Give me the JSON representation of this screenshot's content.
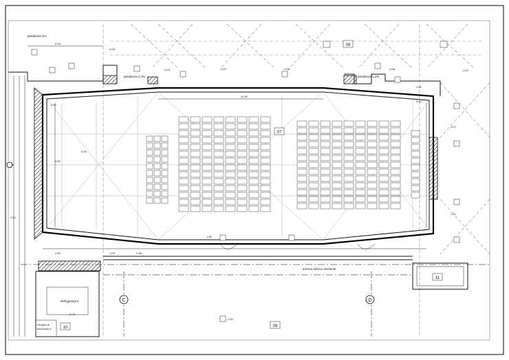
{
  "room_labels": {
    "r07": "07",
    "r08": "08",
    "r09": "09",
    "r10": "10",
    "r11": "11"
  },
  "texts": {
    "pendenza_top": "pendenza 1%",
    "pendenza_mid_left": "pendenza 1,2%",
    "pendenza_mid_right": "pendenza 1,2%",
    "refrigeratore": "Refrigeratore",
    "gruppo": "Gruppo di",
    "accumulo": "accumulo a",
    "terreno": "terreno arboso esistente",
    "sez_c": "C",
    "sez_d": "D"
  },
  "levels": {
    "l1": "-0.15",
    "l2": "-0.15",
    "l3": "-0.08",
    "l4": "-0.07",
    "l5": "-0.06",
    "l6": "-0.07",
    "l7": "-0.70",
    "l8": "-0.31",
    "l9": "-0.01"
  },
  "dimensions": {
    "d_top_1": "4.18",
    "d_top_2": "11.30",
    "d_top_3": "4.60",
    "d_top_4": "1.90",
    "d_left_1": "4.53",
    "d_left_2": "6.00",
    "d_right_1": "3.90",
    "d_bottom_1": "4.90",
    "d_bottom_2": "2.67",
    "d_bottom_3": "2.88",
    "d_bottom_4": "1.90",
    "d_bottom_5": "1.87",
    "d_side_1": "1.07",
    "d_side_2": "1.07"
  }
}
